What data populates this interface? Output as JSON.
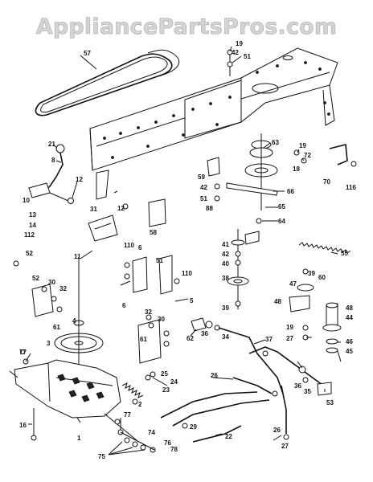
{
  "watermark": "AppliancePartsPros.com",
  "labels": {
    "l57": "57",
    "l19a": "19",
    "l42a": "42",
    "l51a": "51",
    "l21": "21",
    "l8": "8",
    "l63": "63",
    "l19b": "19",
    "l72": "72",
    "l18": "18",
    "l70": "70",
    "l116a": "116",
    "l12a": "12",
    "l59": "59",
    "l10": "10",
    "l31": "31",
    "l42b": "42",
    "l51b": "51",
    "l66": "66",
    "l88": "88",
    "l13": "13",
    "l14": "14",
    "l112": "112",
    "l12b": "12",
    "l58": "58",
    "l65": "65",
    "l64": "64",
    "l52a": "52",
    "l11": "11",
    "l110a": "110",
    "l6a": "6",
    "l41": "41",
    "l42c": "42",
    "l40": "40",
    "l55": "55",
    "l52b": "52",
    "l30a": "30",
    "l32a": "32",
    "l51c": "51",
    "l110b": "110",
    "l39a": "39",
    "l60": "60",
    "l47": "47",
    "l38": "38",
    "l39b": "39",
    "l6b": "6",
    "l5": "5",
    "l48a": "48",
    "l48b": "48",
    "l61a": "61",
    "l4": "4",
    "l32b": "32",
    "l30b": "30",
    "l62": "62",
    "l36a": "36",
    "l34": "34",
    "l44": "44",
    "l19c": "19",
    "l27a": "27",
    "l3": "3",
    "l61b": "61",
    "l46": "46",
    "l45": "45",
    "l37": "37",
    "l77a": "77",
    "l25": "25",
    "l24": "24",
    "l23": "23",
    "l36b": "36",
    "l35": "35",
    "l26a": "26",
    "l2": "2",
    "l53": "53",
    "l77b": "77",
    "l16": "16",
    "l74": "74",
    "l1": "1",
    "l29": "29",
    "l26b": "26",
    "l76": "76",
    "l78": "78",
    "l75": "75",
    "l22": "22",
    "l27b": "27"
  }
}
